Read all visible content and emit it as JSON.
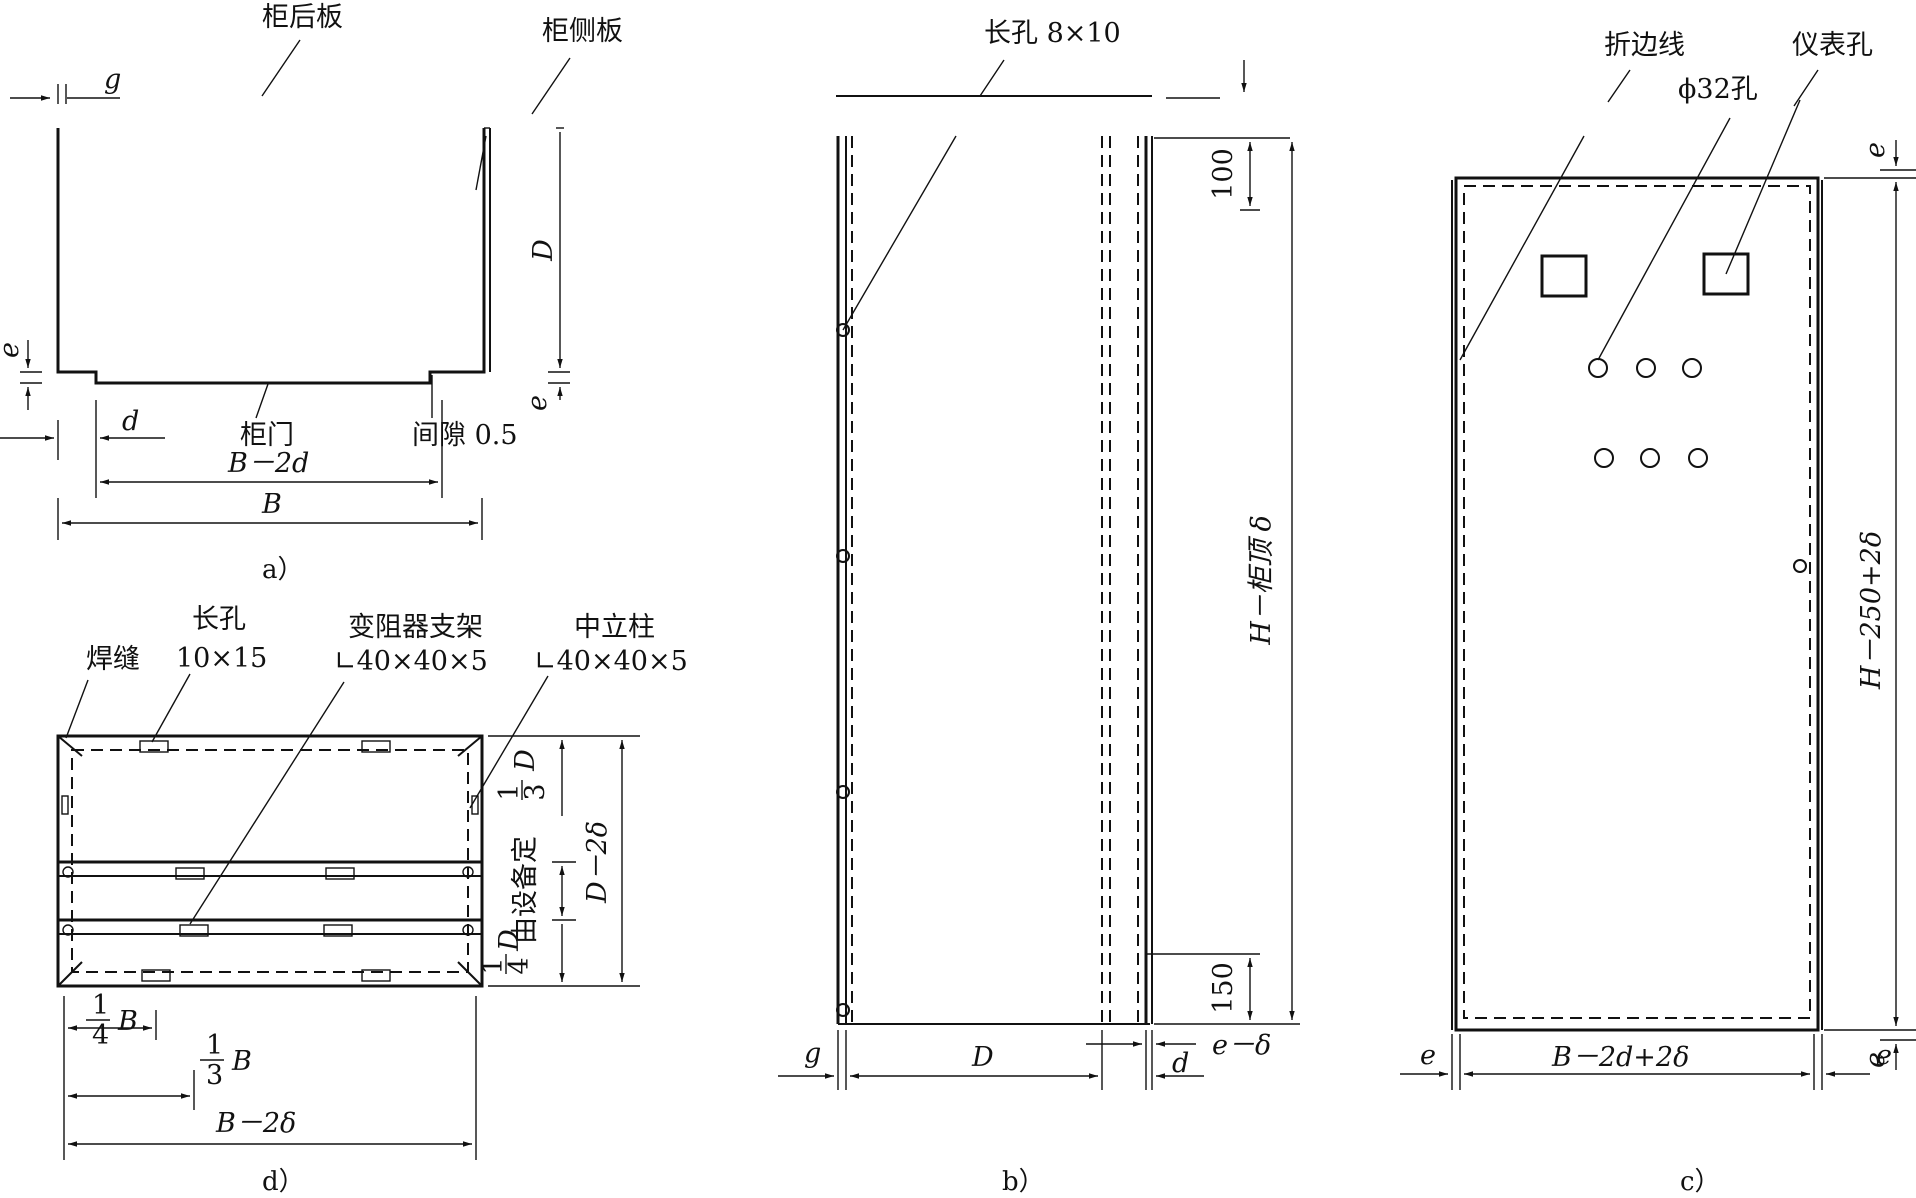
{
  "a": {
    "caption": "a）",
    "back_panel": "柜后板",
    "side_panel": "柜侧板",
    "door": "柜门",
    "gap": "间隙 0.5",
    "dim_g": "g",
    "dim_e": "e",
    "dim_D": "D",
    "dim_d": "d",
    "dim_B_minus_2d": "B－2d",
    "dim_B": "B"
  },
  "b": {
    "caption": "b）",
    "slot": "长孔 8×10",
    "dim_100": "100",
    "dim_150": "150",
    "dim_height": "H－柜顶 δ",
    "dim_g": "g",
    "dim_D": "D",
    "dim_d": "d",
    "dim_e_minus_delta": "e－δ"
  },
  "c": {
    "caption": "c）",
    "fold_line": "折边线",
    "meter_hole": "仪表孔",
    "hole32": "ϕ32孔",
    "dim_e": "e",
    "dim_height": "H－250+2δ",
    "dim_width": "B－2d+2δ"
  },
  "d": {
    "caption": "d）",
    "weld": "焊缝",
    "slot_label": "长孔",
    "slot_size": "10×15",
    "rheostat": "变阻器支架",
    "rheostat_size": "∟40×40×5",
    "mid_post": "中立柱",
    "mid_post_size": "∟40×40×5",
    "frac_one": "1",
    "frac_four": "4",
    "frac_three": "3",
    "dim_D": "D",
    "dim_B": "B",
    "by_equipment": "由设备定",
    "dim_D_minus_2delta": "D－2δ",
    "dim_B_minus_2delta": "B－2δ"
  }
}
